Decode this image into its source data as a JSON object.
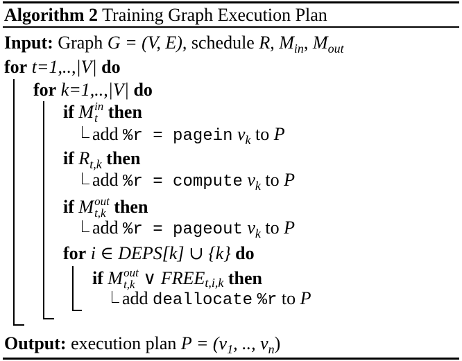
{
  "algorithm": {
    "label": "Algorithm 2",
    "title": "Training Graph Execution Plan"
  },
  "input": {
    "keyword": "Input:",
    "text_graph": "Graph",
    "math_graph": "G = (V, E),",
    "text_schedule": "schedule",
    "math_schedule": "R, M",
    "sub_in": "in",
    "comma": ",",
    "math_m": "M",
    "sub_out": "out"
  },
  "loop_t": {
    "keyword": "for",
    "range": "t=1,..,|V|",
    "do": "do"
  },
  "loop_k": {
    "keyword": "for",
    "range": "k=1,..,|V|",
    "do": "do"
  },
  "if_pagein": {
    "keyword": "if",
    "var": "M",
    "sup": "in",
    "sub": "t",
    "then": "then",
    "add": "add",
    "code": "%r = pagein",
    "var_v": "v",
    "var_sub": "k",
    "to": "to",
    "plan": "P"
  },
  "if_compute": {
    "keyword": "if",
    "var": "R",
    "sub": "t,k",
    "then": "then",
    "add": "add",
    "code": "%r = compute",
    "var_v": "v",
    "var_sub": "k",
    "to": "to",
    "plan": "P"
  },
  "if_pageout": {
    "keyword": "if",
    "var": "M",
    "sup": "out",
    "sub": "t,k",
    "then": "then",
    "add": "add",
    "code": "%r = pageout",
    "var_v": "v",
    "var_sub": "k",
    "to": "to",
    "plan": "P"
  },
  "loop_i": {
    "keyword": "for",
    "var": "i ∈",
    "deps": "DEPS",
    "bracket": "[k] ∪ {k}",
    "do": "do"
  },
  "if_free": {
    "keyword": "if",
    "var": "M",
    "sup": "out",
    "sub": "t,k",
    "or": "∨",
    "free": "FREE",
    "free_sub": "t,i,k",
    "then": "then",
    "add": "add",
    "code1": "deallocate",
    "code2": "%r",
    "to": "to",
    "plan": "P"
  },
  "output": {
    "keyword": "Output:",
    "text": "execution plan",
    "math": "P = (v",
    "sub1": "1",
    "mid": ", .., v",
    "subn": "n",
    "close": ")"
  }
}
